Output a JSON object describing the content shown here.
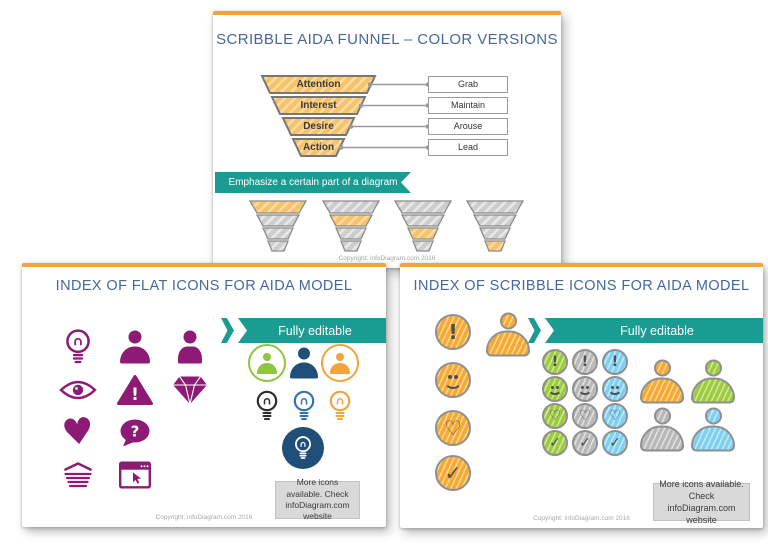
{
  "colors": {
    "accent_orange": "#F2A33C",
    "teal": "#1A9C92",
    "title_blue": "#44689D",
    "purple": "#8D1B75",
    "navy": "#1F4E79",
    "green": "#8DC63F",
    "lime": "#9CCB3B",
    "gray": "#B8B8B8",
    "sky": "#7ED0F2",
    "blue": "#2E74B5",
    "funnel_orange": "#F8C368",
    "funnel_gray": "#CDCDCD"
  },
  "glyphs": {
    "exclamation": "!",
    "question": "?",
    "check": "✓",
    "heart_outline": "♡",
    "heart_filled": "♥"
  },
  "slides": {
    "funnel": {
      "title": "SCRIBBLE AIDA FUNNEL – COLOR VERSIONS",
      "banner": "Emphasize a certain part of a diagram",
      "stages": [
        {
          "stage": "Attention",
          "label": "Grab"
        },
        {
          "stage": "Interest",
          "label": "Maintain"
        },
        {
          "stage": "Desire",
          "label": "Arouse"
        },
        {
          "stage": "Action",
          "label": "Lead"
        }
      ],
      "mini_funnels": {
        "segments": 4,
        "highlighted_segment": [
          1,
          2,
          3,
          4
        ]
      },
      "copyright": "Copyright: infoDiagram.com 2016"
    },
    "flat": {
      "title": "INDEX OF FLAT ICONS FOR AIDA MODEL",
      "banner": "Fully editable",
      "grid_icons": [
        "lightbulb",
        "user",
        "user-alt",
        "eye",
        "warning",
        "diamond",
        "heart",
        "question-bubble",
        "basket",
        "browser-cursor"
      ],
      "colored_icons": [
        "user-circle-green",
        "user-navy",
        "user-circle-orange",
        "bulb-dark",
        "bulb-blue",
        "bulb-orange",
        "bulb-navy-badge"
      ],
      "note": "More icons available. Check infoDiagram.com website",
      "copyright": "Copyright: infoDiagram.com 2016"
    },
    "scribble": {
      "title": "INDEX OF SCRIBBLE ICONS FOR AIDA MODEL",
      "banner": "Fully editable",
      "featured_icons": [
        "exclamation-circle",
        "user",
        "smiley-circle",
        "heart-circle",
        "check-circle"
      ],
      "grid": {
        "rows": [
          "exclamation",
          "smiley",
          "heart",
          "check"
        ],
        "colors": [
          "green",
          "gray",
          "blue"
        ]
      },
      "user_colors": [
        "orange",
        "green",
        "gray",
        "blue"
      ],
      "note": "More icons available. Check infoDiagram.com website",
      "copyright": "Copyright: infoDiagram.com 2016"
    }
  }
}
